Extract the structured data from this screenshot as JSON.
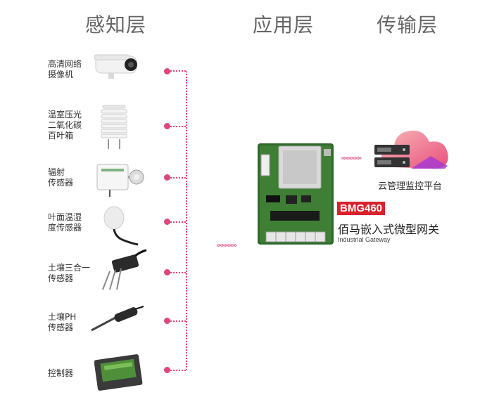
{
  "headers": {
    "perception": "感知层",
    "application": "应用层",
    "transmission": "传输层"
  },
  "sensors": [
    {
      "label": "高清网络\n摄像机",
      "icon": "hd-network-camera"
    },
    {
      "label": "温室压光\n二氧化碳\n百叶箱",
      "icon": "louver-box"
    },
    {
      "label": "辐射\n传感器",
      "icon": "radiation-sensor"
    },
    {
      "label": "叶面温湿\n度传感器",
      "icon": "leaf-sensor"
    },
    {
      "label": "土壤三合一\n传感器",
      "icon": "soil-probe"
    },
    {
      "label": "土壤PH\n传感器",
      "icon": "ph-probe"
    },
    {
      "label": "控制器",
      "icon": "controller"
    }
  ],
  "gateway": {
    "model": "BMG460",
    "name": "佰马嵌入式微型网关",
    "subtitle": "Industrial Gateway",
    "badge_color": "#d8222b"
  },
  "cloud": {
    "label": "云管理监控平台"
  },
  "colors": {
    "accent": "#e0457b"
  }
}
